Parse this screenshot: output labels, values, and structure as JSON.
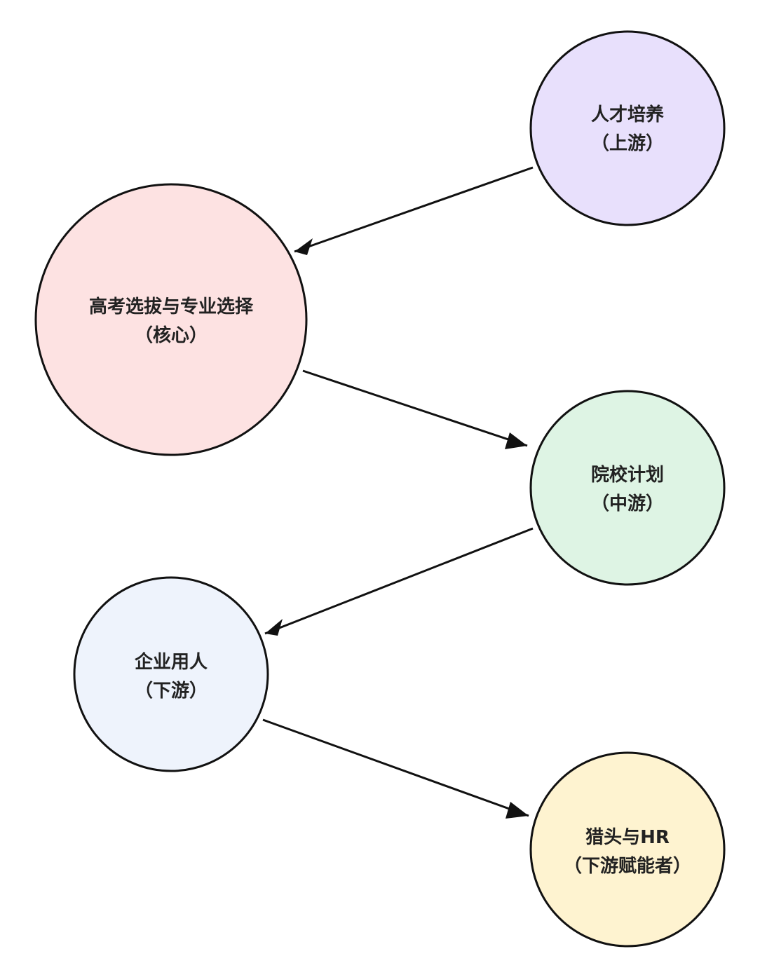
{
  "diagram": {
    "nodes": [
      {
        "id": "talent",
        "line1": "人才培养",
        "line2": "（上游）",
        "fill": "#E8E0FC"
      },
      {
        "id": "core",
        "line1": "高考选拔与专业选择",
        "line2": "（核心）",
        "fill": "#FDE2E2"
      },
      {
        "id": "college",
        "line1": "院校计划",
        "line2": "（中游）",
        "fill": "#DEF4E4"
      },
      {
        "id": "enterprise",
        "line1": "企业用人",
        "line2": "（下游）",
        "fill": "#EEF3FC"
      },
      {
        "id": "headhunter",
        "line1": "猎头与HR",
        "line2": "（下游赋能者）",
        "fill": "#FEF3D0"
      }
    ],
    "edges": [
      {
        "from": "talent",
        "to": "core"
      },
      {
        "from": "core",
        "to": "college"
      },
      {
        "from": "college",
        "to": "enterprise"
      },
      {
        "from": "enterprise",
        "to": "headhunter"
      }
    ],
    "stroke": "#111111"
  }
}
